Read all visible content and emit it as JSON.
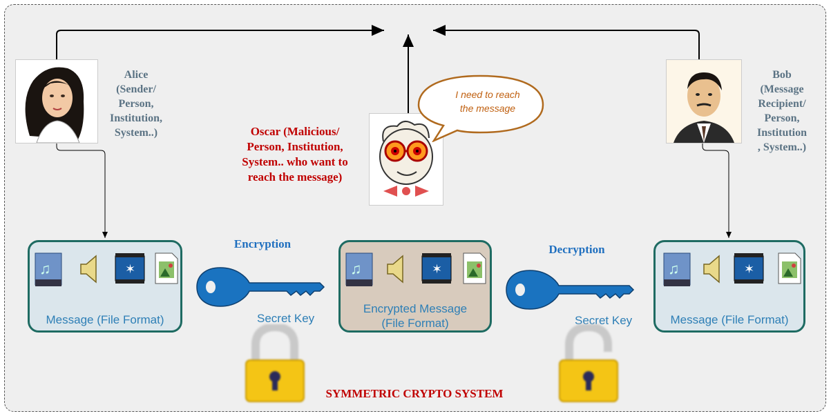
{
  "actors": {
    "alice_label": "Alice\n(Sender/\nPerson,\nInstitution,\nSystem..)",
    "bob_label": "Bob\n(Message\nRecipient/\nPerson,\nInstitution\n, System..)",
    "oscar_label": "Oscar (Malicious/\nPerson, Institution,\nSystem.. who want to\nreach the message)",
    "oscar_speech": "I need to reach\nthe message"
  },
  "process": {
    "encryption_label": "Encryption",
    "decryption_label": "Decryption",
    "secret_key_label_1": "Secret Key",
    "secret_key_label_2": "Secret Key"
  },
  "boxes": {
    "sender_message": "Message (File Format)",
    "encrypted_message": "Encrypted Message\n(File Format)",
    "receiver_message": "Message (File Format)"
  },
  "footer_title": "SYMMETRIC CRYPTO SYSTEM",
  "colors": {
    "box_border": "#1e6b62",
    "plain_box_fill": "#dbe6ec",
    "encrypted_box_fill": "#d8cbbd",
    "key_fill": "#1a73c0",
    "title_red": "#c00000"
  },
  "icons": [
    "music-file-icon",
    "speaker-icon",
    "video-film-icon",
    "image-file-icon",
    "key-icon",
    "padlock-icon"
  ]
}
